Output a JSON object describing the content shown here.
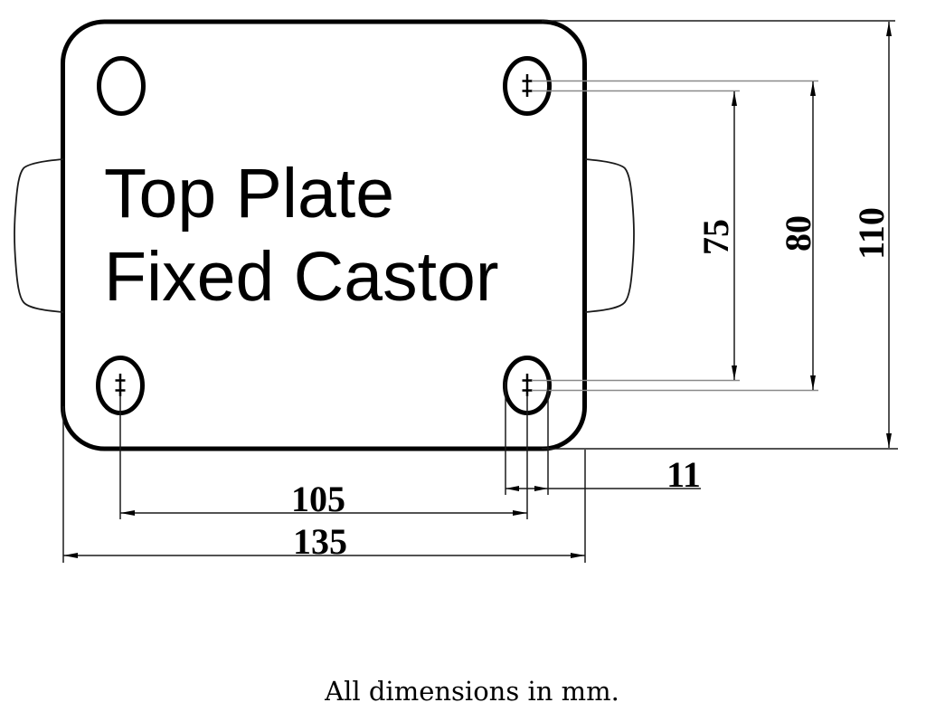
{
  "title": {
    "line1": "Top Plate",
    "line2": "Fixed Castor"
  },
  "note": "All dimensions in mm.",
  "units": "mm",
  "dims": {
    "hole_pitch_vertical_inner": "75",
    "hole_pitch_vertical_outer": "80",
    "plate_height": "110",
    "slot_width": "11",
    "hole_pitch_horizontal": "105",
    "plate_width": "135"
  },
  "colors": {
    "line": "#000000",
    "thin_line": "#1a1a1a",
    "extension_gray": "#8a8a8a",
    "background": "#ffffff",
    "text": "#000000"
  }
}
